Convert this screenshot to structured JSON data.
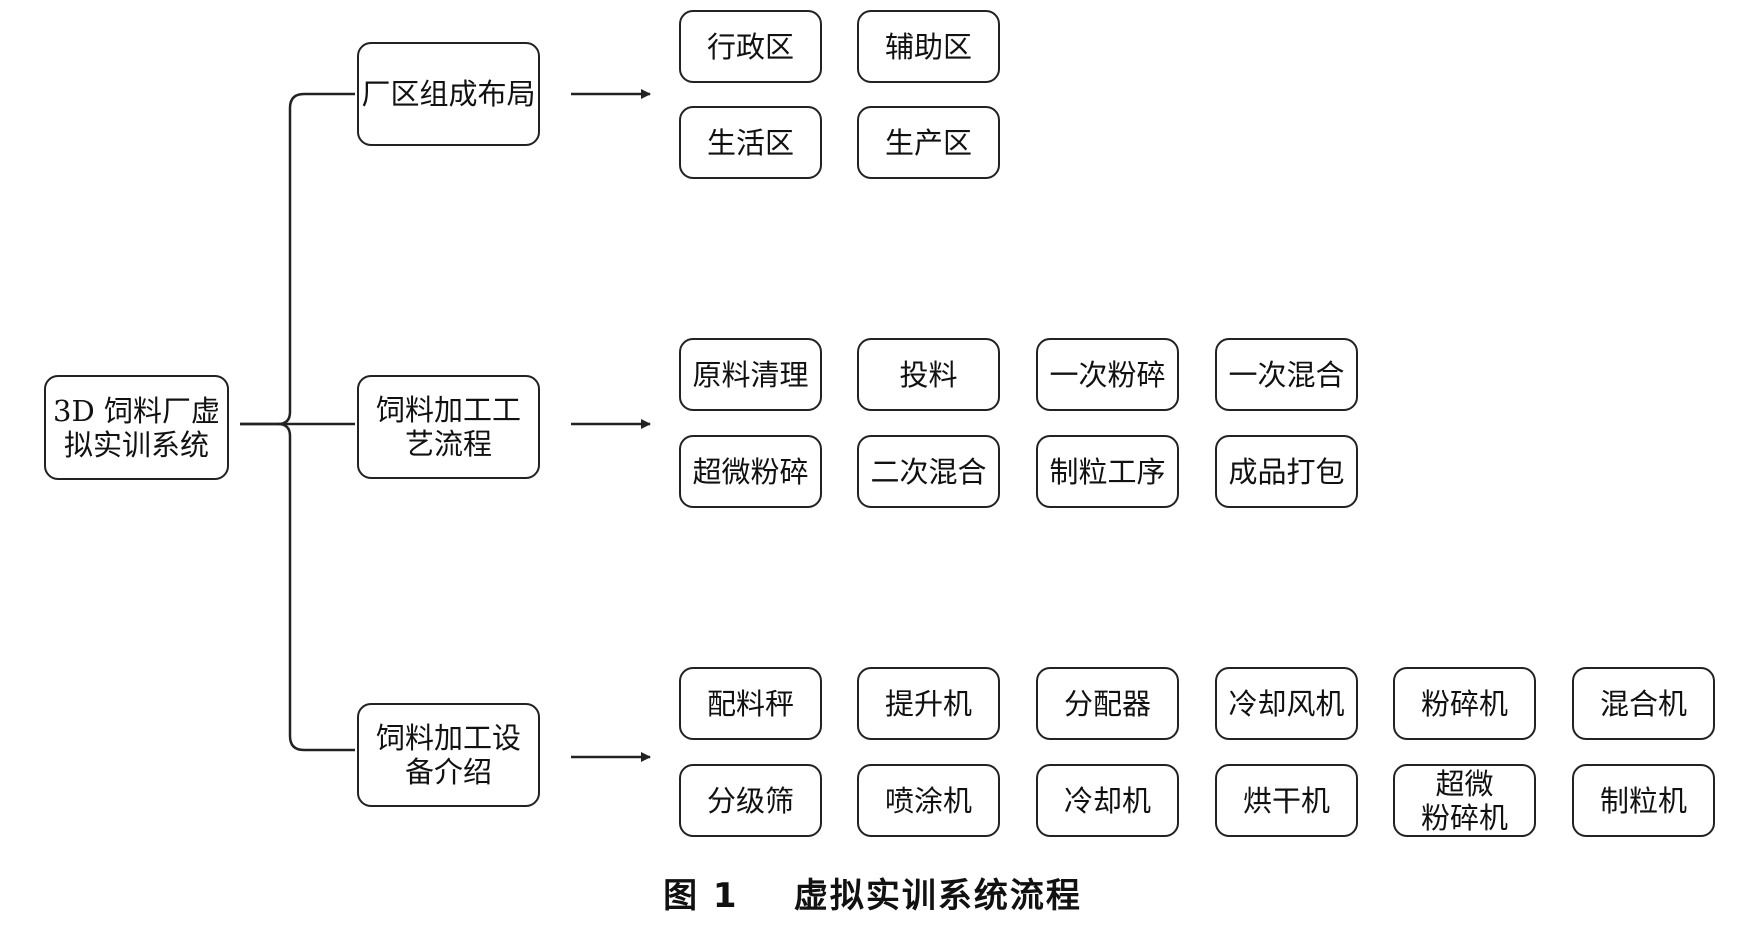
{
  "root": {
    "label": "3D 饲料厂虚\n拟实训系统"
  },
  "branches": [
    {
      "label": "厂区组成布局",
      "items": [
        "行政区",
        "辅助区",
        "生活区",
        "生产区"
      ]
    },
    {
      "label": "饲料加工工\n艺流程",
      "items": [
        "原料清理",
        "投料",
        "一次粉碎",
        "一次混合",
        "超微粉碎",
        "二次混合",
        "制粒工序",
        "成品打包"
      ]
    },
    {
      "label": "饲料加工设\n备介绍",
      "items": [
        "配料秤",
        "提升机",
        "分配器",
        "冷却风机",
        "粉碎机",
        "混合机",
        "分级筛",
        "喷涂机",
        "冷却机",
        "烘干机",
        "超微\n粉碎机",
        "制粒机"
      ]
    }
  ],
  "caption": {
    "number": "图 1",
    "title": "虚拟实训系统流程"
  },
  "colors": {
    "line": "#222222",
    "text": "#111111",
    "background": "#ffffff"
  }
}
